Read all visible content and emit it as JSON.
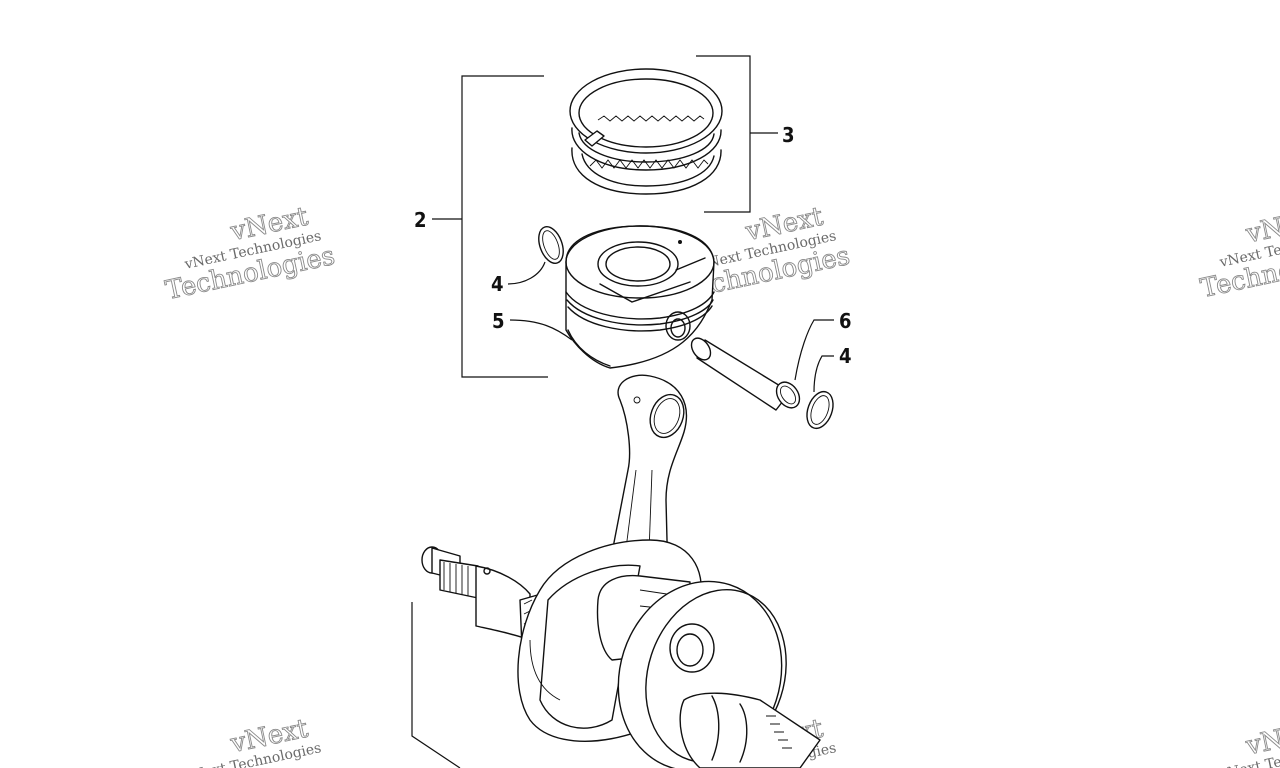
{
  "diagram": {
    "callouts": {
      "c2": "2",
      "c3": "3",
      "c4a": "4",
      "c5": "5",
      "c6": "6",
      "c4b": "4"
    }
  },
  "watermark": {
    "line1": "vNext Technologies",
    "line2": "vNext",
    "line3": "Technologies"
  }
}
